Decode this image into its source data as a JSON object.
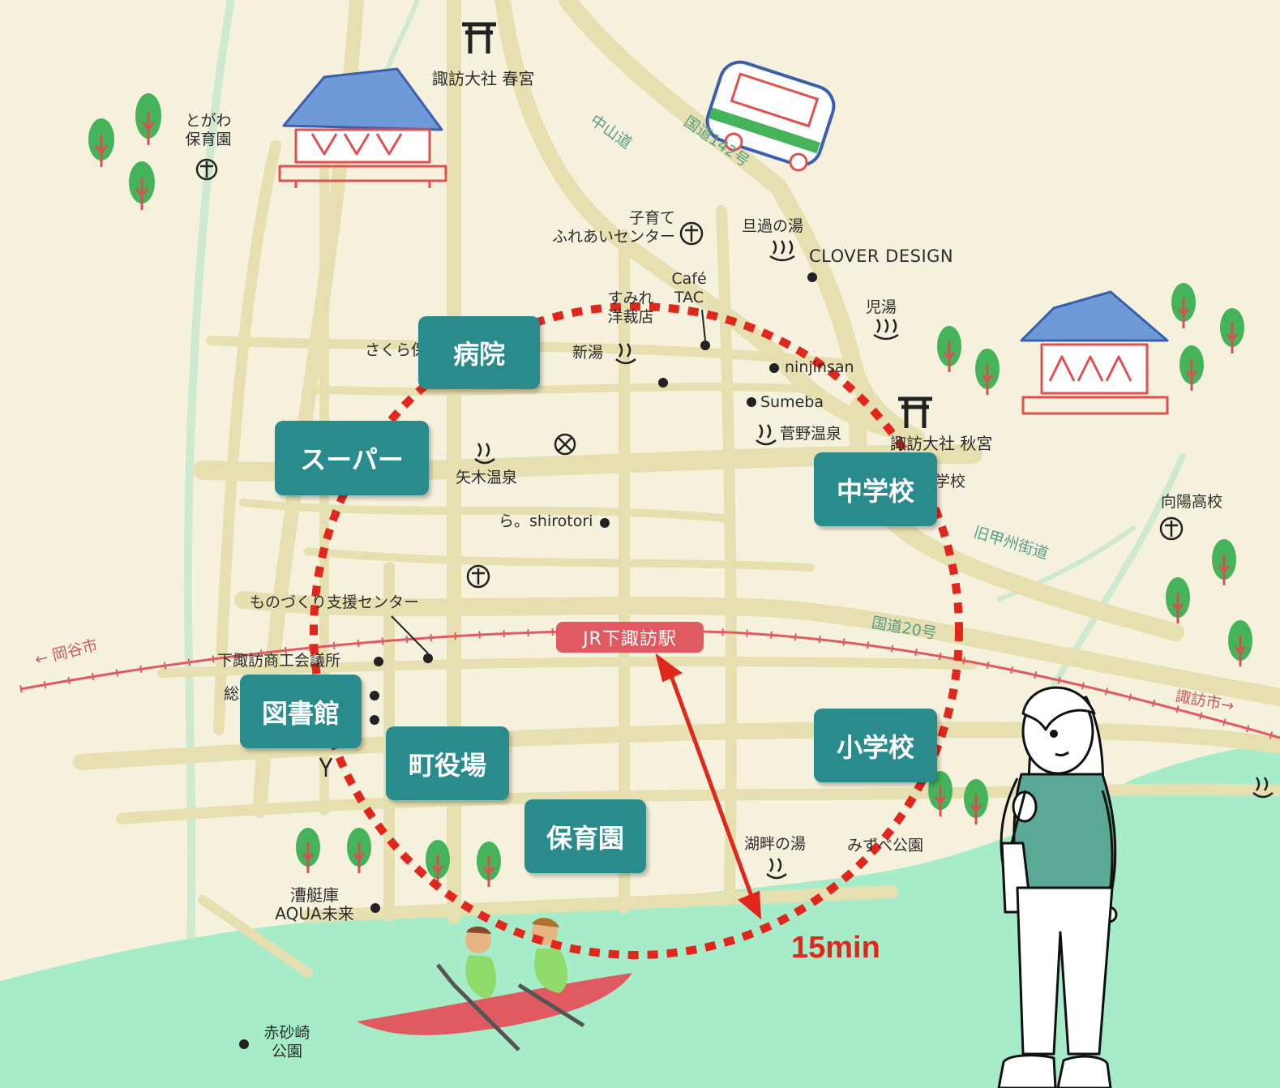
{
  "map": {
    "colors": {
      "paper": "#f6f1dc",
      "road": "#e6dfb0",
      "lake": "#a7ecc8",
      "river": "#cde9cf",
      "rail": "#e05a62",
      "facility": "#2a8b8d",
      "radius": "#e1261c",
      "tree": "#45b35a"
    },
    "shrines": [
      {
        "name": "諏訪大社 春宮"
      },
      {
        "name": "諏訪大社 秋宮"
      }
    ],
    "landmarks": {
      "togawa": "とがわ\n保育園",
      "kosodate": "子育て\nふれあいセンター",
      "dankonoyu": "旦過の湯",
      "clover": "CLOVER DESIGN",
      "cafe": "Café\nTAC",
      "sumire": "すみれ\n洋裁店",
      "kodomoyu": "児湯",
      "sakura": "さくら保",
      "shinyu": "新湯",
      "ninjinsan": "ninjinsan",
      "sumeba": "Sumeba",
      "sugano": "菅野温泉",
      "yagi": "矢木温泉",
      "shirotori": "ら。shirotori",
      "ko": "学校",
      "koyo": "向陽高校",
      "monozukuri": "ものづくり支援センター",
      "shokokai": "下諏訪商工会議所",
      "so": "総",
      "kohan": "湖畔の湯",
      "mizube": "みずべ公園",
      "sotei": "漕艇庫\nAQUA未来",
      "akasuna": "赤砂崎\n公園"
    },
    "roads": {
      "nakasendo": "中山道",
      "r142": "国道142号",
      "koshu": "旧甲州街道",
      "r20": "国道20号",
      "okaya": "← 岡谷市",
      "suwa": "諏訪市→"
    },
    "station": "JR下諏訪駅",
    "facilities": {
      "hospital": "病院",
      "supermarket": "スーパー",
      "junior_high": "中学校",
      "library": "図書館",
      "town_hall": "町役場",
      "elementary": "小学校",
      "nursery": "保育園"
    },
    "radius_label": "15min"
  }
}
